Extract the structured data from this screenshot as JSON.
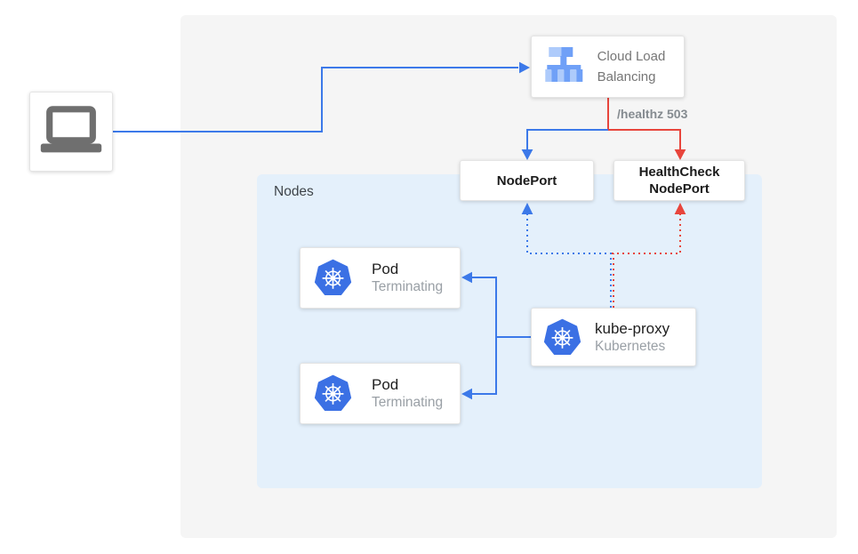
{
  "canvas": {
    "background": "#ffffff",
    "panel_background": "#f5f5f5",
    "nodes_background": "#e4f0fb"
  },
  "colors": {
    "traffic_blue": "#3c79e9",
    "healthcheck_red": "#e8453c",
    "kubernetes_blue": "#3b70e4",
    "lb_icon_light": "#aecbfb",
    "lb_icon_mid": "#6fa0f7",
    "laptop_gray": "#6f6f6f",
    "muted_text": "#767676",
    "faint_text": "#9aa0a6"
  },
  "client": {
    "icon": "laptop-icon"
  },
  "cloud_load_balancing": {
    "label": "Cloud Load Balancing",
    "icon": "load-balancer-icon"
  },
  "edge_labels": {
    "healthz": "/healthz 503"
  },
  "nodeport": {
    "label": "NodePort"
  },
  "healthcheck_nodeport": {
    "line1": "HealthCheck",
    "line2": "NodePort"
  },
  "nodes": {
    "label": "Nodes"
  },
  "pods": [
    {
      "title": "Pod",
      "subtitle": "Terminating",
      "icon": "kubernetes-icon"
    },
    {
      "title": "Pod",
      "subtitle": "Terminating",
      "icon": "kubernetes-icon"
    }
  ],
  "kube_proxy": {
    "title": "kube-proxy",
    "subtitle": "Kubernetes",
    "icon": "kubernetes-icon"
  }
}
